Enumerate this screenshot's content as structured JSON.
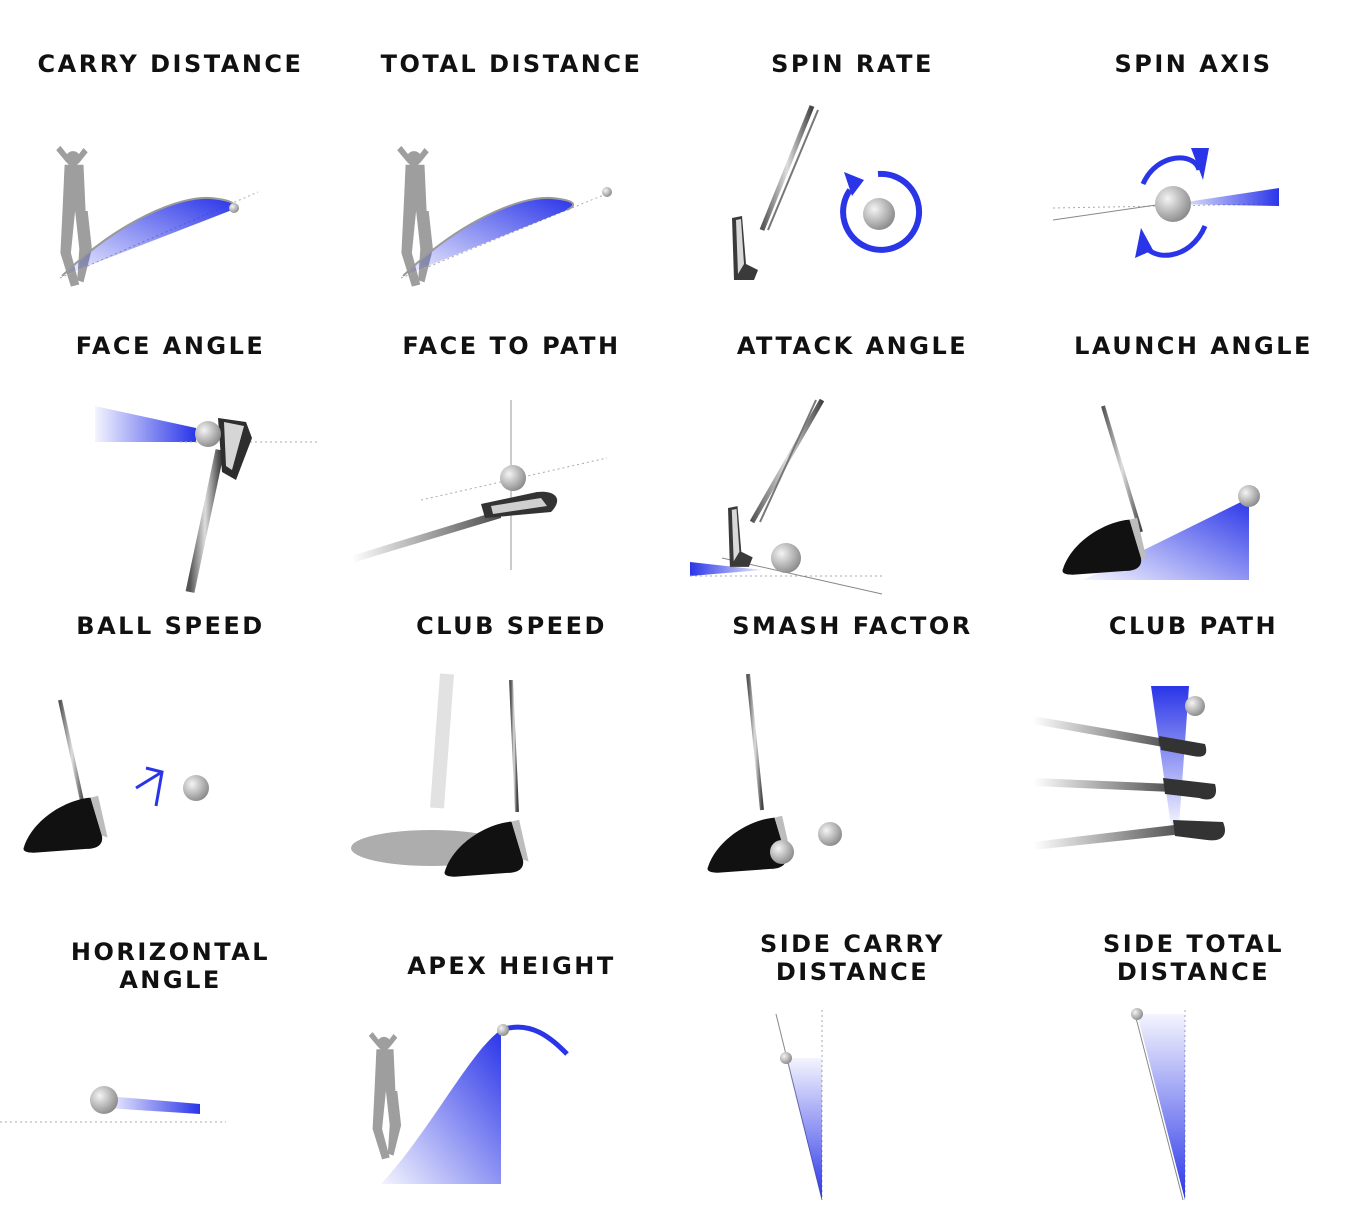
{
  "colors": {
    "accent_blue": "#2a35e8",
    "shadow_gray": "#8e8e8e",
    "club_black": "#111111",
    "ball_gray": "#c9c9c9"
  },
  "metrics": [
    {
      "key": "carry",
      "lines": [
        "CARRY DISTANCE"
      ],
      "icon": "carry-distance-icon"
    },
    {
      "key": "total",
      "lines": [
        "TOTAL DISTANCE"
      ],
      "icon": "total-distance-icon"
    },
    {
      "key": "spinrate",
      "lines": [
        "SPIN RATE"
      ],
      "icon": "spin-rate-icon"
    },
    {
      "key": "spinaxis",
      "lines": [
        "SPIN AXIS"
      ],
      "icon": "spin-axis-icon"
    },
    {
      "key": "face",
      "lines": [
        "FACE ANGLE"
      ],
      "icon": "face-angle-icon"
    },
    {
      "key": "facepath",
      "lines": [
        "FACE TO PATH"
      ],
      "icon": "face-to-path-icon"
    },
    {
      "key": "attack",
      "lines": [
        "ATTACK ANGLE"
      ],
      "icon": "attack-angle-icon"
    },
    {
      "key": "launch",
      "lines": [
        "LAUNCH ANGLE"
      ],
      "icon": "launch-angle-icon"
    },
    {
      "key": "ballspeed",
      "lines": [
        "BALL SPEED"
      ],
      "icon": "ball-speed-icon"
    },
    {
      "key": "clubspeed",
      "lines": [
        "CLUB SPEED"
      ],
      "icon": "club-speed-icon"
    },
    {
      "key": "smash",
      "lines": [
        "SMASH FACTOR"
      ],
      "icon": "smash-factor-icon"
    },
    {
      "key": "clubpath",
      "lines": [
        "CLUB PATH"
      ],
      "icon": "club-path-icon"
    },
    {
      "key": "horiz",
      "lines": [
        "HORIZONTAL",
        "ANGLE"
      ],
      "icon": "horizontal-angle-icon"
    },
    {
      "key": "apex",
      "lines": [
        "APEX HEIGHT"
      ],
      "icon": "apex-height-icon"
    },
    {
      "key": "sidecarry",
      "lines": [
        "SIDE CARRY",
        "DISTANCE"
      ],
      "icon": "side-carry-distance-icon"
    },
    {
      "key": "sidetotal",
      "lines": [
        "SIDE TOTAL",
        "DISTANCE"
      ],
      "icon": "side-total-distance-icon"
    }
  ]
}
